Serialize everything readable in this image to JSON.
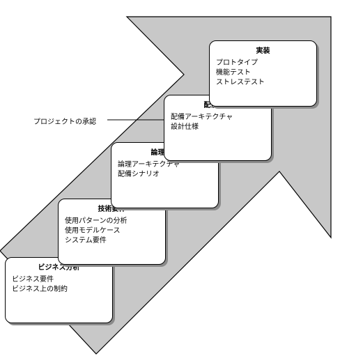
{
  "milestone": {
    "label": "プロジェクトの承認"
  },
  "phases": [
    {
      "title": "ビジネス分析",
      "items": [
        "ビジネス要件",
        "ビジネス上の制約"
      ]
    },
    {
      "title": "技術要件",
      "items": [
        "使用パターンの分析",
        "使用モデルケース",
        "システム要件"
      ]
    },
    {
      "title": "論理設計",
      "items": [
        "論理アーキテクチャ",
        "配備シナリオ"
      ]
    },
    {
      "title": "配備設計",
      "items": [
        "配備アーキテクチャ",
        "設計仕様"
      ]
    },
    {
      "title": "実装",
      "items": [
        "プロトタイプ",
        "機能テスト",
        "ストレステスト"
      ]
    }
  ],
  "colors": {
    "arrow_fill": "#c8c8c8",
    "card_shadow": "#8a8a8a"
  }
}
